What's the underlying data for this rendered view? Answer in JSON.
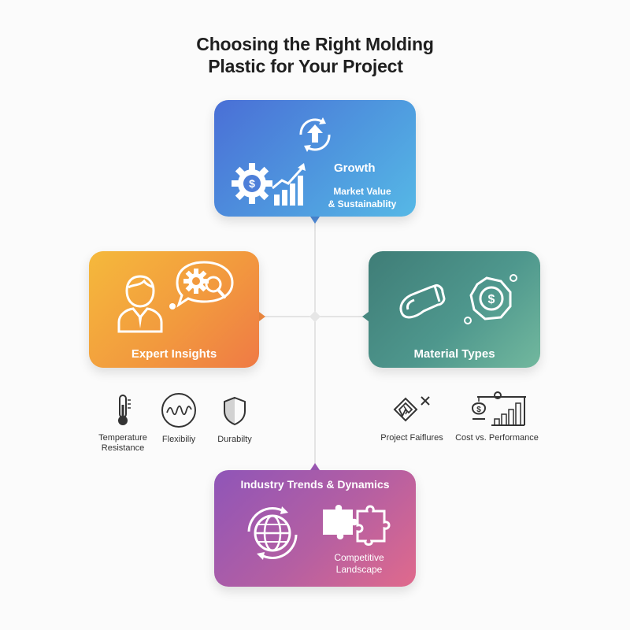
{
  "title": {
    "line1": "Choosing the Right Molding",
    "line2": "Plastic for Your Project"
  },
  "cards": {
    "growth": {
      "label": "Growth",
      "sublabel_line1": "Market Value",
      "sublabel_line2": "& Sustainablity"
    },
    "expert": {
      "label": "Expert Insights"
    },
    "material": {
      "label": "Material Types"
    },
    "trends": {
      "label": "Industry Trends & Dynamics",
      "sublabel_line1": "Competitive",
      "sublabel_line2": "Landscape"
    }
  },
  "features_left": [
    {
      "label_line1": "Temperature",
      "label_line2": "Resistance",
      "icon": "thermometer-icon"
    },
    {
      "label_line1": "Flexibiliy",
      "label_line2": "",
      "icon": "wave-circle-icon"
    },
    {
      "label_line1": "Durabilty",
      "label_line2": "",
      "icon": "shield-icon"
    }
  ],
  "features_right": [
    {
      "label_line1": "Project Faiflures",
      "label_line2": "",
      "icon": "broken-part-icon"
    },
    {
      "label_line1": "Cost vs. Performance",
      "label_line2": "",
      "icon": "balance-chart-icon"
    }
  ],
  "colors": {
    "growth": "#4f8fdc",
    "expert": "#f29a3e",
    "material": "#4e978d",
    "trends": "#b55fa2",
    "connector": "#d9d9d9",
    "title": "#1f1f1f"
  }
}
